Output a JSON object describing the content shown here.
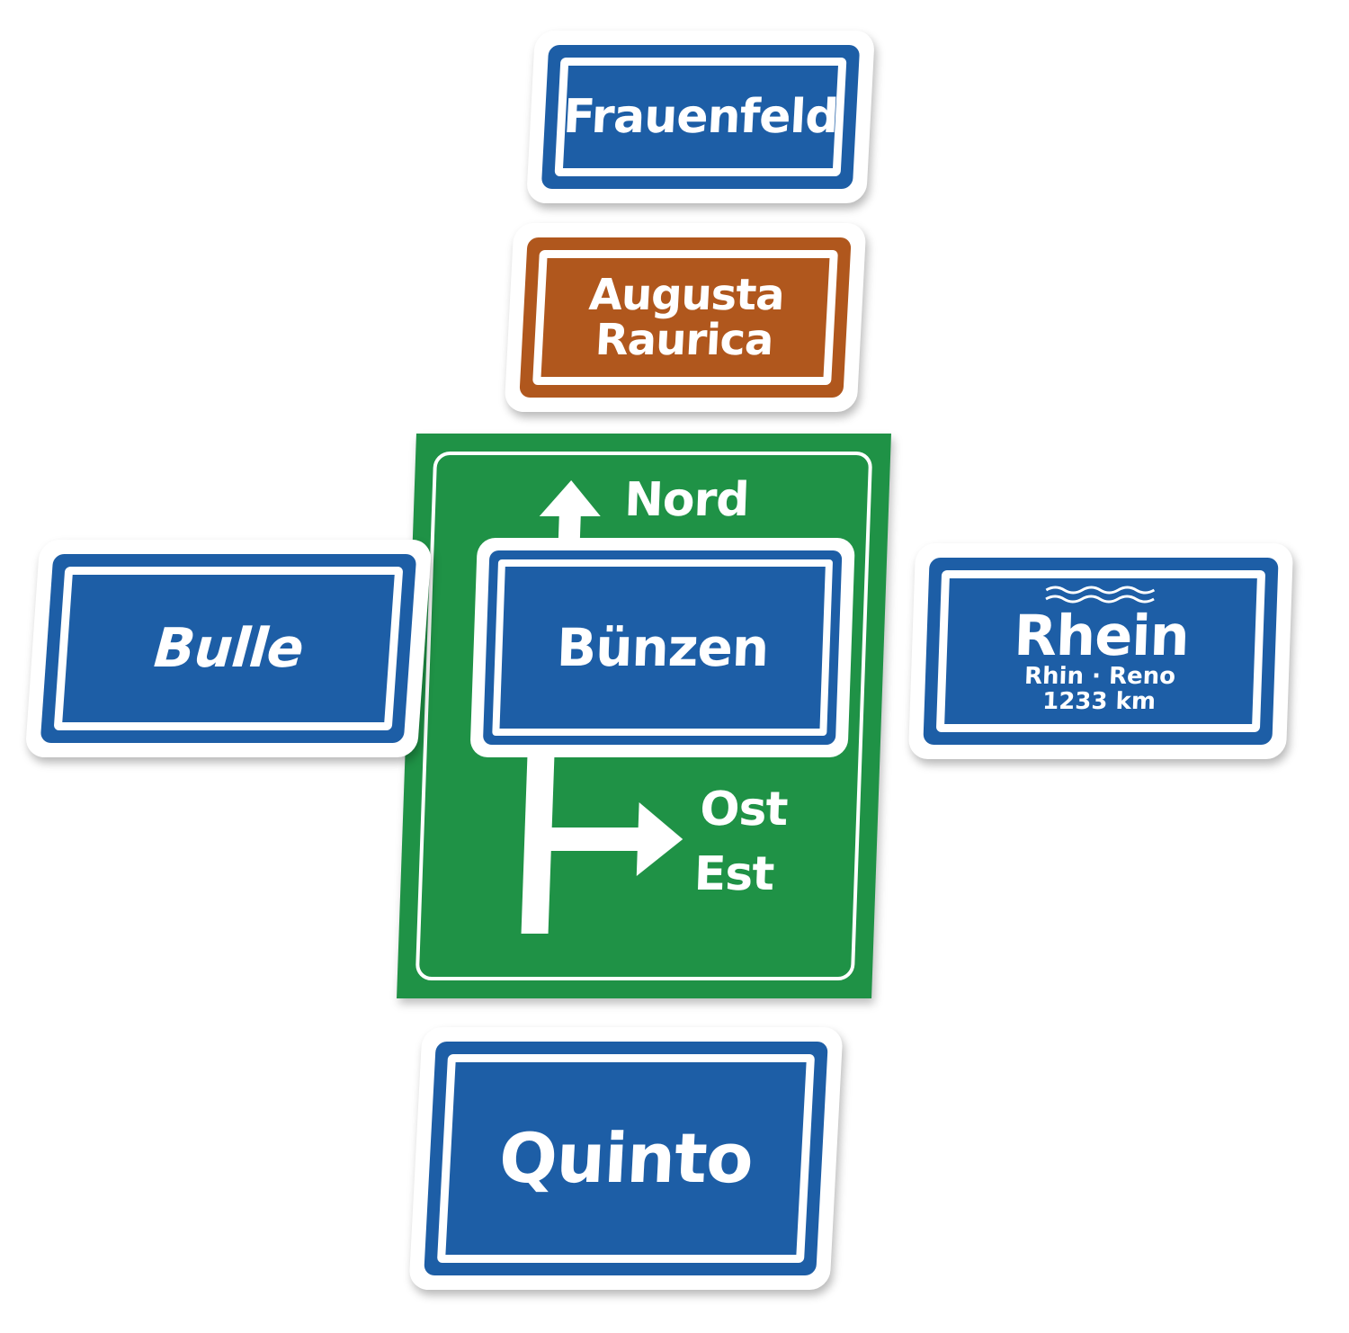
{
  "signs": {
    "frauenfeld": {
      "name": "Frauenfeld",
      "color": "#1d5ea6"
    },
    "augusta": {
      "line1": "Augusta",
      "line2": "Raurica",
      "color": "#b0571d"
    },
    "bulle": {
      "name": "Bulle",
      "color": "#1d5ea6"
    },
    "rhein": {
      "name": "Rhein",
      "languages": "Rhin · Reno",
      "length": "1233 km",
      "color": "#1d5ea6"
    },
    "quinto": {
      "name": "Quinto",
      "color": "#1d5ea6"
    },
    "direction": {
      "color": "#1f9246",
      "north": "Nord",
      "place": "Bünzen",
      "east_de": "Ost",
      "east_fr": "Est"
    }
  },
  "icons": [
    "wave-icon",
    "arrow-up-icon",
    "arrow-right-icon"
  ]
}
